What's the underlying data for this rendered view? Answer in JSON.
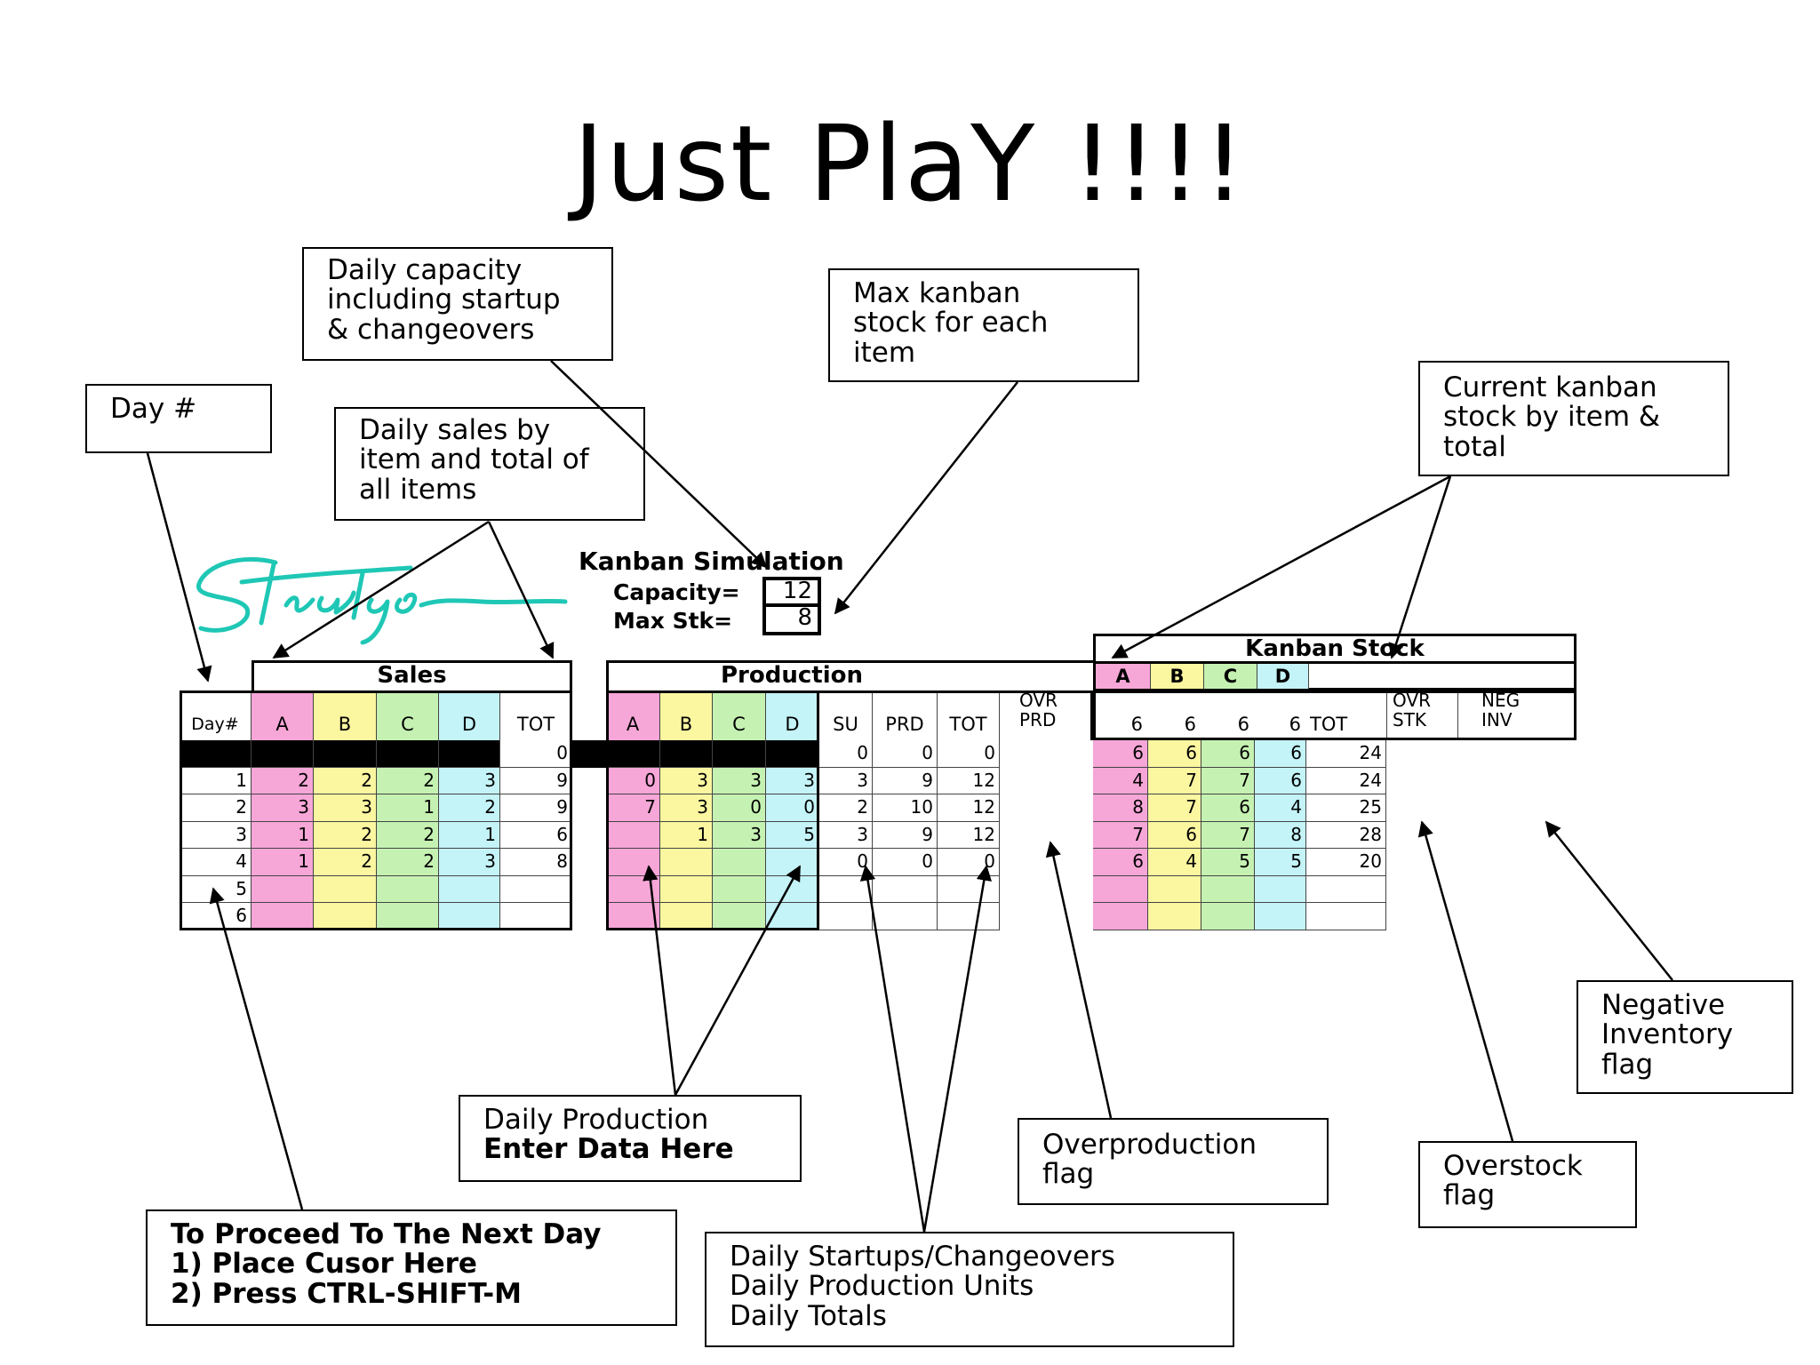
{
  "title": "Just PlaY !!!!",
  "callouts": {
    "daily_capacity": [
      "Daily capacity",
      "including startup",
      "& changeovers"
    ],
    "max_kanban": [
      "Max kanban",
      "stock for each",
      "item"
    ],
    "current_kanban": [
      "Current kanban",
      "stock by item &",
      "total"
    ],
    "day_num": [
      "Day #"
    ],
    "daily_sales": [
      "Daily sales by",
      "item and total of",
      "all items"
    ],
    "negative_inventory": [
      "Negative",
      "Inventory",
      "flag"
    ],
    "daily_production": [
      "Daily Production",
      "Enter Data Here"
    ],
    "overproduction": [
      "Overproduction",
      "flag"
    ],
    "overstock": [
      "Overstock",
      "flag"
    ],
    "proceed": [
      "To Proceed To The Next Day",
      "1) Place Cusor Here",
      "2) Press CTRL-SHIFT-M"
    ],
    "startups": [
      "Daily Startups/Changeovers",
      "Daily Production Units",
      "Daily Totals"
    ]
  },
  "simulation": {
    "title": "Kanban Simulation",
    "capacity_label": "Capacity=",
    "capacity_value": "12",
    "max_stk_label": "Max Stk=",
    "max_stk_value": "8"
  },
  "colors": {
    "pink": "#f7a6d8",
    "yellow": "#fbf6a0",
    "green": "#c5f2b2",
    "cyan": "#c4f3f8"
  },
  "sales": {
    "header": "Sales",
    "columns": [
      "Day#",
      "A",
      "B",
      "C",
      "D",
      "TOT"
    ],
    "rows": [
      [
        "",
        "",
        "",
        "",
        "",
        "0"
      ],
      [
        "1",
        "2",
        "2",
        "2",
        "3",
        "9"
      ],
      [
        "2",
        "3",
        "3",
        "1",
        "2",
        "9"
      ],
      [
        "3",
        "1",
        "2",
        "2",
        "1",
        "6"
      ],
      [
        "4",
        "1",
        "2",
        "2",
        "3",
        "8"
      ],
      [
        "5",
        "",
        "",
        "",
        "",
        ""
      ],
      [
        "6",
        "",
        "",
        "",
        "",
        ""
      ]
    ]
  },
  "production": {
    "header": "Production",
    "columns": [
      "A",
      "B",
      "C",
      "D",
      "SU",
      "PRD",
      "TOT"
    ],
    "ovr_header": [
      "OVR",
      "PRD"
    ],
    "rows": [
      [
        "",
        "",
        "",
        "",
        "0",
        "0",
        "0"
      ],
      [
        "0",
        "3",
        "3",
        "3",
        "3",
        "9",
        "12"
      ],
      [
        "7",
        "3",
        "0",
        "0",
        "2",
        "10",
        "12"
      ],
      [
        "",
        "1",
        "3",
        "5",
        "3",
        "9",
        "12"
      ],
      [
        "",
        "",
        "",
        "",
        "0",
        "0",
        "0"
      ],
      [
        "",
        "",
        "",
        "",
        "",
        "",
        ""
      ],
      [
        "",
        "",
        "",
        "",
        "",
        "",
        ""
      ]
    ]
  },
  "kanban": {
    "header": "Kanban Stock",
    "letters": [
      "A",
      "B",
      "C",
      "D"
    ],
    "max_row": [
      "6",
      "6",
      "6",
      "6",
      "TOT"
    ],
    "ovr_header": [
      "OVR",
      "STK"
    ],
    "neg_header": [
      "NEG",
      "INV"
    ],
    "rows": [
      [
        "6",
        "6",
        "6",
        "6",
        "24"
      ],
      [
        "4",
        "7",
        "7",
        "6",
        "24"
      ],
      [
        "8",
        "7",
        "6",
        "4",
        "25"
      ],
      [
        "7",
        "6",
        "7",
        "8",
        "28"
      ],
      [
        "6",
        "4",
        "5",
        "5",
        "20"
      ],
      [
        "",
        "",
        "",
        "",
        ""
      ],
      [
        "",
        "",
        "",
        "",
        ""
      ]
    ]
  }
}
